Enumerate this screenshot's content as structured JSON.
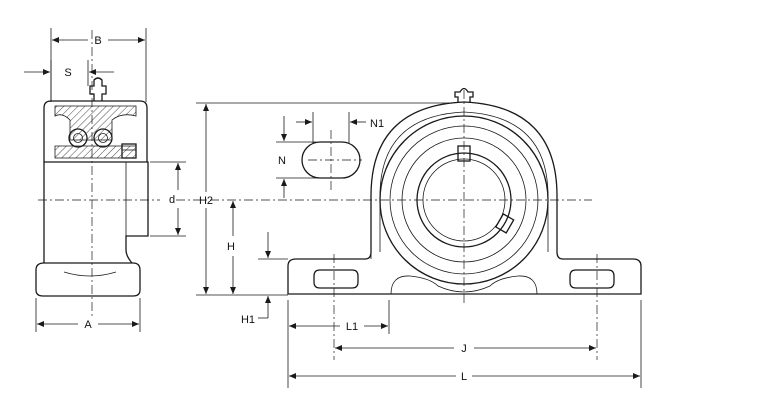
{
  "dimensions": {
    "B": "B",
    "S": "S",
    "d": "d",
    "A": "A",
    "H2": "H2",
    "H": "H",
    "H1": "H1",
    "N": "N",
    "N1": "N1",
    "L1": "L1",
    "J": "J",
    "L": "L"
  },
  "colors": {
    "line": "#1a1a1a",
    "background": "#ffffff"
  }
}
